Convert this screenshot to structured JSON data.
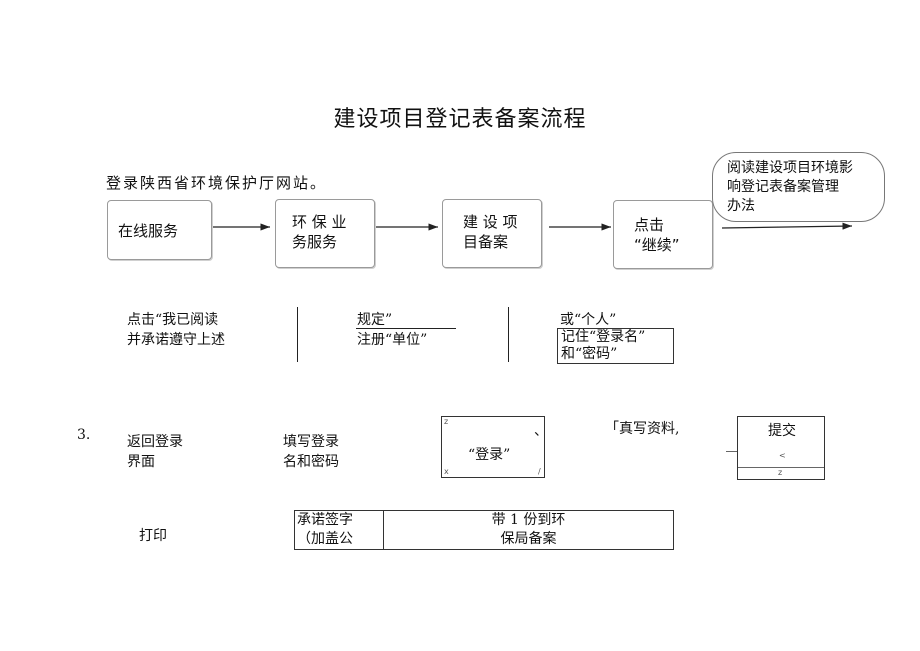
{
  "title": "建设项目登记表备案流程",
  "intro": "登录陕西省环境保护厅网站。",
  "flow": {
    "box1": [
      "在线服务"
    ],
    "box2": [
      "环 保 业",
      "务服务"
    ],
    "box3": [
      "建 设 项",
      "目备案"
    ],
    "box4": [
      "点击",
      "“继续”"
    ],
    "note": [
      "阅读建设项目环境影",
      "响登记表备案管理",
      "办法"
    ]
  },
  "row2": {
    "col1": [
      "点击“我已阅读",
      "并承诺遵守上述"
    ],
    "col2": [
      "规定”",
      "注册“单位”"
    ],
    "col3_top": "或“个人”",
    "col3_box": [
      "记住“登录名”",
      "和“密码”"
    ]
  },
  "row3": {
    "number": "3.",
    "col1": [
      "返回登录",
      "界面"
    ],
    "col2": [
      "填写登录",
      "名和密码"
    ],
    "login_box": {
      "mark": "、",
      "label": "“登录”",
      "corner_tl": "z",
      "corner_bl": "x",
      "corner_br": "/"
    },
    "fill_text": "「真写资料,",
    "submit_box": {
      "label": "提交",
      "mark": "<",
      "bottom": "z"
    }
  },
  "row4": {
    "print": "打印",
    "sign_box": [
      "承诺签字",
      "（加盖公"
    ],
    "deliver_box": [
      "带 1 份到环",
      "保局备案"
    ]
  }
}
